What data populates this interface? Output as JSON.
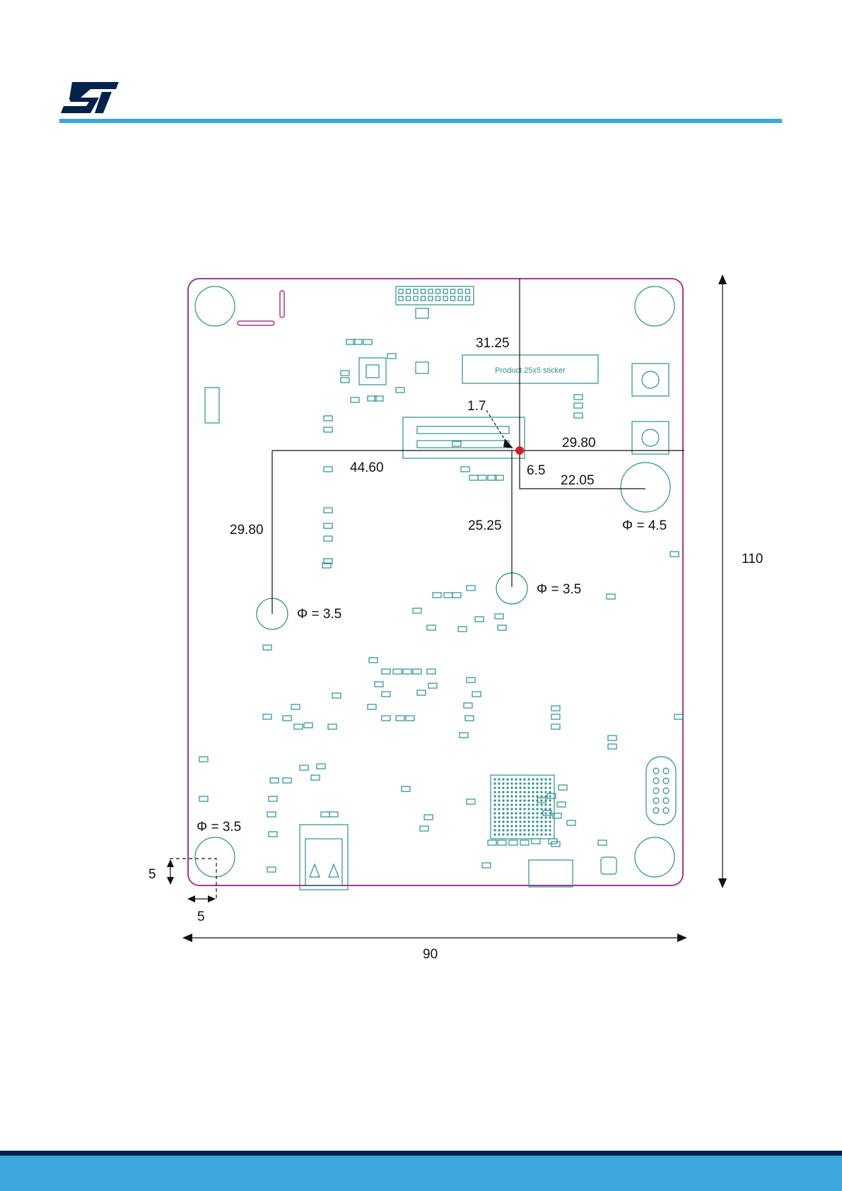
{
  "colors": {
    "brand_blue": "#3aa8dc",
    "brand_dark": "#03234b",
    "board_outline": "#a23a8f",
    "component": "#2a8f8f",
    "marker_red": "#d61f26",
    "dimension": "#111111"
  },
  "header": {
    "logo_icon": "st-logo-icon"
  },
  "drawing": {
    "sticker_text": "Product 25x5 sticker",
    "dimensions": {
      "top_offset": "31.25",
      "corner_offset": "1.7",
      "right_offset": "29.80",
      "left_offset": "44.60",
      "vertical_gap": "6.5",
      "hole_right_offset": "22.05",
      "left_vertical": "29.80",
      "center_vertical": "25.25",
      "height": "110",
      "width": "90",
      "corner_x": "5",
      "corner_y": "5"
    },
    "holes": {
      "large": "Φ = 4.5",
      "center": "Φ = 3.5",
      "left": "Φ = 3.5",
      "corner": "Φ = 3.5"
    }
  }
}
